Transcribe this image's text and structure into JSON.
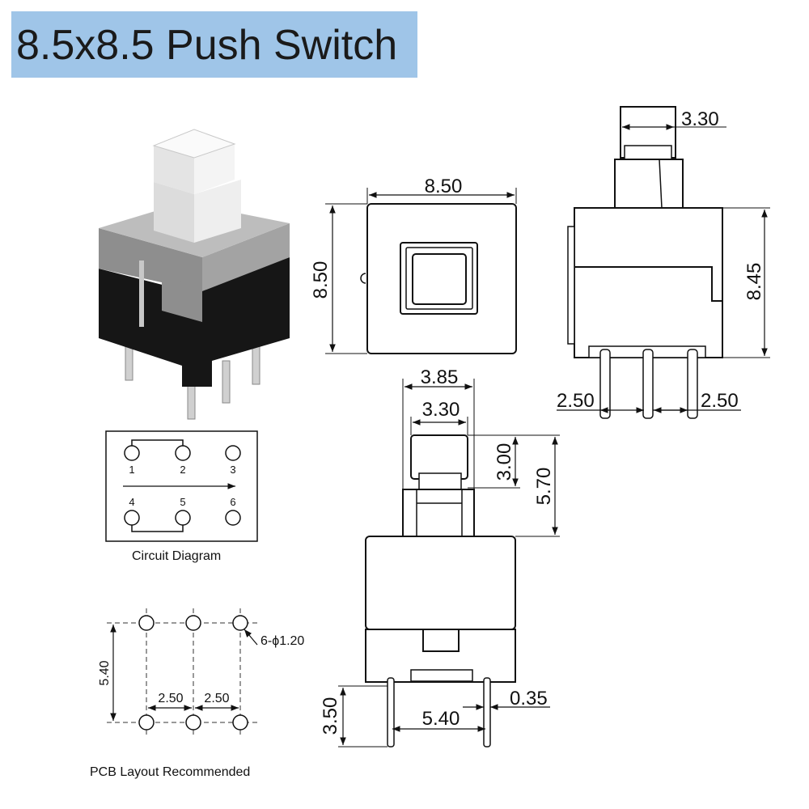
{
  "title": "8.5x8.5 Push Switch",
  "top_view": {
    "width": "8.50",
    "height": "8.50"
  },
  "side_view": {
    "cap_width": "3.30",
    "height": "8.45",
    "pitch_left": "2.50",
    "pitch_right": "2.50"
  },
  "front_view": {
    "stem_width": "3.85",
    "cap_width": "3.30",
    "cap_height": "3.00",
    "stem_height": "5.70",
    "pin_length": "3.50",
    "pin_span": "5.40",
    "pin_thickness": "0.35"
  },
  "circuit": {
    "caption": "Circuit Diagram",
    "pins": [
      "1",
      "2",
      "3",
      "4",
      "5",
      "6"
    ]
  },
  "pcb": {
    "caption": "PCB Layout Recommended",
    "holes": "6-ϕ1.20",
    "row_spacing": "5.40",
    "pitch_1": "2.50",
    "pitch_2": "2.50"
  },
  "colors": {
    "title_bg": "#9fc5e8",
    "body_dark": "#1a1a1a",
    "body_grey": "#8c8c8c",
    "cap": "#ececec"
  }
}
